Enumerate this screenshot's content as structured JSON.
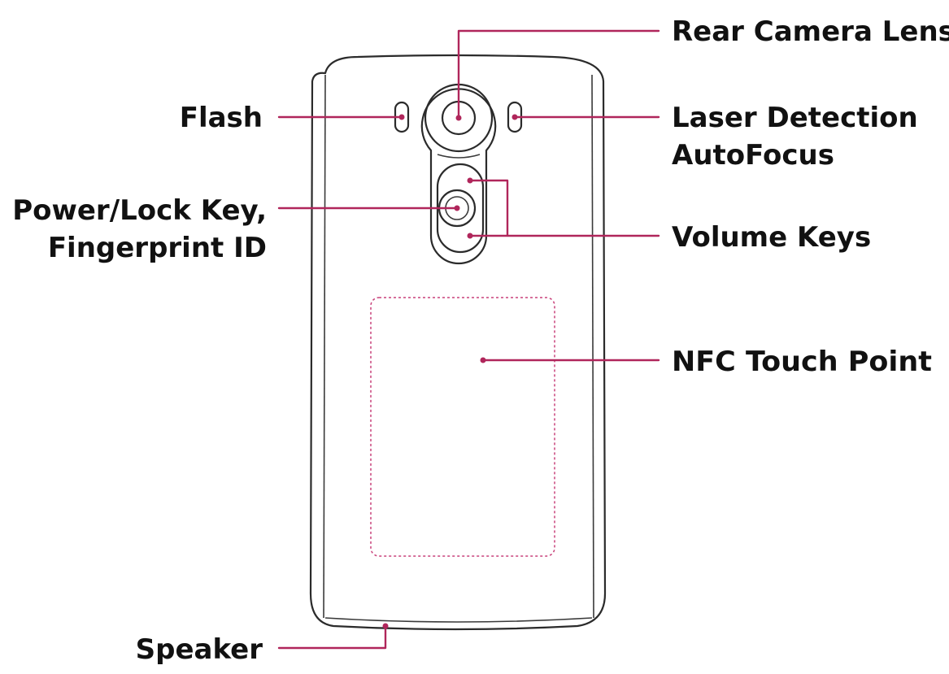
{
  "diagram": {
    "colors": {
      "leader_line": "#b0265b",
      "device_outline": "#2b2b2b",
      "label_text": "#111111"
    },
    "labels": {
      "rear_camera_lens": "Rear Camera Lens",
      "flash": "Flash",
      "laser_af_line1": "Laser Detection",
      "laser_af_line2": "AutoFocus",
      "power_key_line1": "Power/Lock Key,",
      "power_key_line2": "Fingerprint ID",
      "volume_keys": "Volume Keys",
      "nfc_touch_point": "NFC Touch Point",
      "speaker": "Speaker"
    }
  }
}
